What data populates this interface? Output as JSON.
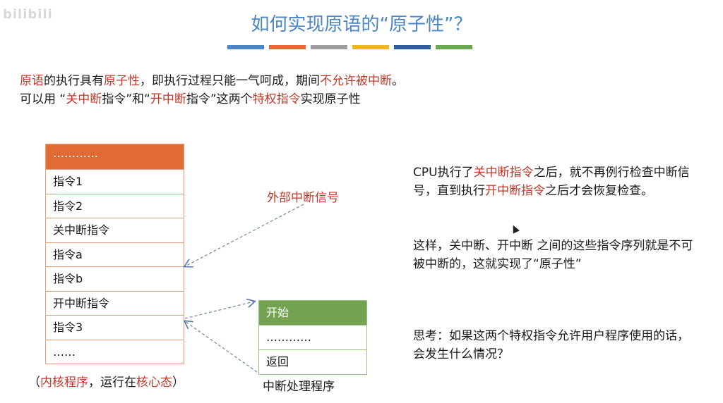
{
  "watermark": "bilibili",
  "title": "如何实现原语的“原子性”？",
  "colors": [
    "#4a86c5",
    "#e06b35",
    "#9e9e9e",
    "#f0b428",
    "#2f5c9e",
    "#6aa84f"
  ],
  "intro": {
    "line1_a": "原语",
    "line1_b": "的执行具有",
    "line1_c": "原子性",
    "line1_d": "，即执行过程只能一气呵成，期间",
    "line1_e": "不允许被中断",
    "line1_f": "。",
    "line2_a": "可以用 “",
    "line2_b": "关中断",
    "line2_c": "指令”和“",
    "line2_d": "开中断",
    "line2_e": "指令”这两个",
    "line2_f": "特权指令",
    "line2_g": "实现原子性"
  },
  "kernel_program": {
    "rows": [
      "…………",
      "指令1",
      "指令2",
      "关中断指令",
      "指令a",
      "指令b",
      "开中断指令",
      "指令3",
      "……"
    ],
    "caption_a": "（",
    "caption_b": "内核程序",
    "caption_c": "，运行在",
    "caption_d": "核心态",
    "caption_e": "）"
  },
  "external_interrupt_label": "外部中断信号",
  "isr": {
    "rows": [
      "开始",
      "…………",
      "返回"
    ],
    "caption": "中断处理程序"
  },
  "right_text": {
    "p1_a": "CPU执行了",
    "p1_b": "关中断指令",
    "p1_c": "之后，就不再例行检查中断信号，直到执行",
    "p1_d": "开中断指令",
    "p1_e": "之后才会恢复检查。",
    "p2": "这样，关中断、开中断 之间的这些指令序列就是不可被中断的，这就实现了“原子性”",
    "p3": "思考：如果这两个特权指令允许用户程序使用的话，会发生什么情况？"
  }
}
